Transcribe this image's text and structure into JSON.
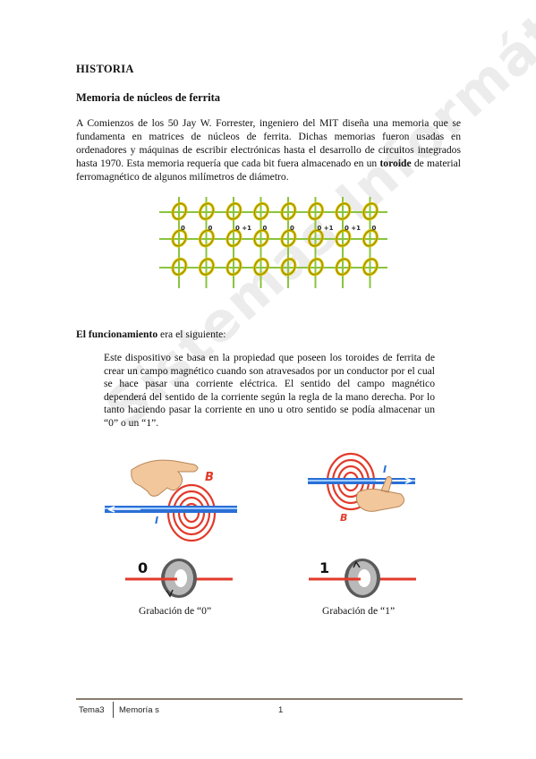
{
  "heading": "HISTORIA",
  "subheading": "Memoria de núcleos de ferrita",
  "intro": {
    "text_before": "A Comienzos de los 50  Jay W. Forrester, ingeniero  del MIT diseña una memoria que se fundamenta en matrices de núcleos de ferrita. Dichas memorias fueron usadas en ordenadores y máquinas de escribir electrónicas hasta el desarrollo de circuitos integrados hasta 1970.  Esta memoria requería que cada bit fuera almacenado en un ",
    "bold_word": "toroide",
    "text_after": " de material ferromagnético de algunos milímetros de diámetro."
  },
  "core_matrix": {
    "labels": [
      "0",
      "0",
      "0 +1",
      "0",
      "0",
      "0 +1",
      "0 +1",
      "0"
    ],
    "colors": {
      "wire": "#8ac43f",
      "core": "#d6c200",
      "core_dark": "#8a7a00"
    }
  },
  "funcionamiento": {
    "bold": "El funcionamiento",
    "rest": " era el  siguiente:"
  },
  "description": "Este dispositivo se basa en la propiedad que poseen los toroides de ferrita de crear un campo magnético cuando son atravesados por un conductor por el cual se hace pasar una corriente eléctrica. El sentido  del campo magnético dependerá del sentido de la corriente según la regla de la mano derecha. Por lo tanto haciendo pasar la corriente en uno u otro sentido se podía almacenar un “0” o un “1”.",
  "figures": {
    "left": {
      "current_label": "I",
      "field_label": "B",
      "bit": "0",
      "caption": "Grabación de “0”"
    },
    "right": {
      "current_label": "I",
      "field_label": "B",
      "bit": "1",
      "caption": "Grabación de “1”"
    }
  },
  "watermark": "Sistemas Informáticos",
  "footer": {
    "left": "Tema3",
    "title": "Memoría s",
    "page": "1"
  }
}
